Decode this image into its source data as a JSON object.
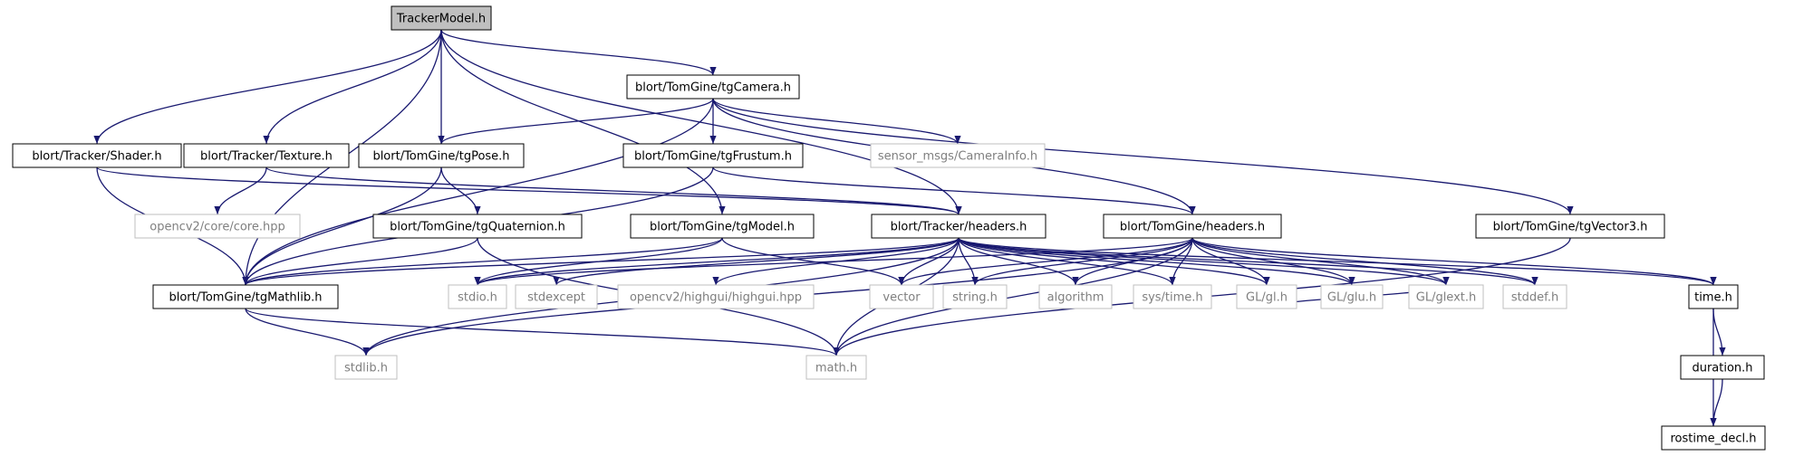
{
  "diagram": {
    "type": "include-dependency-graph",
    "colors": {
      "edge": "#191970",
      "project_border": "#000000",
      "external_border": "#bfbfbf",
      "external_text": "#7f7f7f",
      "root_fill": "#bfbfbf"
    },
    "nodes": [
      {
        "id": "root",
        "label": "TrackerModel.h",
        "kind": "root"
      },
      {
        "id": "camera",
        "label": "blort/TomGine/tgCamera.h",
        "kind": "project"
      },
      {
        "id": "shader",
        "label": "blort/Tracker/Shader.h",
        "kind": "project"
      },
      {
        "id": "texture",
        "label": "blort/Tracker/Texture.h",
        "kind": "project"
      },
      {
        "id": "pose",
        "label": "blort/TomGine/tgPose.h",
        "kind": "project"
      },
      {
        "id": "frustum",
        "label": "blort/TomGine/tgFrustum.h",
        "kind": "project"
      },
      {
        "id": "camerainfo",
        "label": "sensor_msgs/CameraInfo.h",
        "kind": "external"
      },
      {
        "id": "opencvcore",
        "label": "opencv2/core/core.hpp",
        "kind": "external"
      },
      {
        "id": "quaternion",
        "label": "blort/TomGine/tgQuaternion.h",
        "kind": "project"
      },
      {
        "id": "model",
        "label": "blort/TomGine/tgModel.h",
        "kind": "project"
      },
      {
        "id": "trackerheaders",
        "label": "blort/Tracker/headers.h",
        "kind": "project"
      },
      {
        "id": "tgheaders",
        "label": "blort/TomGine/headers.h",
        "kind": "project"
      },
      {
        "id": "vector3",
        "label": "blort/TomGine/tgVector3.h",
        "kind": "project"
      },
      {
        "id": "mathlib",
        "label": "blort/TomGine/tgMathlib.h",
        "kind": "project"
      },
      {
        "id": "stdio",
        "label": "stdio.h",
        "kind": "external"
      },
      {
        "id": "stdexcept",
        "label": "stdexcept",
        "kind": "external"
      },
      {
        "id": "highgui",
        "label": "opencv2/highgui/highgui.hpp",
        "kind": "external"
      },
      {
        "id": "vector",
        "label": "vector",
        "kind": "external"
      },
      {
        "id": "string",
        "label": "string.h",
        "kind": "external"
      },
      {
        "id": "algorithm",
        "label": "algorithm",
        "kind": "external"
      },
      {
        "id": "systime",
        "label": "sys/time.h",
        "kind": "external"
      },
      {
        "id": "gl",
        "label": "GL/gl.h",
        "kind": "external"
      },
      {
        "id": "glu",
        "label": "GL/glu.h",
        "kind": "external"
      },
      {
        "id": "glext",
        "label": "GL/glext.h",
        "kind": "external"
      },
      {
        "id": "stddef",
        "label": "stddef.h",
        "kind": "external"
      },
      {
        "id": "time",
        "label": "time.h",
        "kind": "project"
      },
      {
        "id": "stdlib",
        "label": "stdlib.h",
        "kind": "external"
      },
      {
        "id": "math",
        "label": "math.h",
        "kind": "external"
      },
      {
        "id": "duration",
        "label": "duration.h",
        "kind": "project"
      },
      {
        "id": "rostime",
        "label": "rostime_decl.h",
        "kind": "project"
      }
    ],
    "edges": [
      [
        "root",
        "camera"
      ],
      [
        "root",
        "shader"
      ],
      [
        "root",
        "texture"
      ],
      [
        "root",
        "pose"
      ],
      [
        "root",
        "model"
      ],
      [
        "root",
        "trackerheaders"
      ],
      [
        "root",
        "mathlib"
      ],
      [
        "camera",
        "pose"
      ],
      [
        "camera",
        "frustum"
      ],
      [
        "camera",
        "camerainfo"
      ],
      [
        "camera",
        "tgheaders"
      ],
      [
        "camera",
        "vector3"
      ],
      [
        "camera",
        "mathlib"
      ],
      [
        "shader",
        "trackerheaders"
      ],
      [
        "shader",
        "mathlib"
      ],
      [
        "texture",
        "opencvcore"
      ],
      [
        "texture",
        "trackerheaders"
      ],
      [
        "pose",
        "quaternion"
      ],
      [
        "pose",
        "mathlib"
      ],
      [
        "frustum",
        "tgheaders"
      ],
      [
        "frustum",
        "mathlib"
      ],
      [
        "quaternion",
        "mathlib"
      ],
      [
        "quaternion",
        "math"
      ],
      [
        "model",
        "stdio"
      ],
      [
        "model",
        "vector"
      ],
      [
        "model",
        "mathlib"
      ],
      [
        "trackerheaders",
        "mathlib"
      ],
      [
        "trackerheaders",
        "stdio"
      ],
      [
        "trackerheaders",
        "stdexcept"
      ],
      [
        "trackerheaders",
        "highgui"
      ],
      [
        "trackerheaders",
        "vector"
      ],
      [
        "trackerheaders",
        "string"
      ],
      [
        "trackerheaders",
        "algorithm"
      ],
      [
        "trackerheaders",
        "systime"
      ],
      [
        "trackerheaders",
        "gl"
      ],
      [
        "trackerheaders",
        "glu"
      ],
      [
        "trackerheaders",
        "glext"
      ],
      [
        "trackerheaders",
        "stddef"
      ],
      [
        "trackerheaders",
        "time"
      ],
      [
        "trackerheaders",
        "math"
      ],
      [
        "trackerheaders",
        "stdlib"
      ],
      [
        "tgheaders",
        "stdio"
      ],
      [
        "tgheaders",
        "vector"
      ],
      [
        "tgheaders",
        "string"
      ],
      [
        "tgheaders",
        "algorithm"
      ],
      [
        "tgheaders",
        "systime"
      ],
      [
        "tgheaders",
        "gl"
      ],
      [
        "tgheaders",
        "glu"
      ],
      [
        "tgheaders",
        "glext"
      ],
      [
        "tgheaders",
        "stddef"
      ],
      [
        "tgheaders",
        "time"
      ],
      [
        "tgheaders",
        "math"
      ],
      [
        "tgheaders",
        "stdlib"
      ],
      [
        "vector3",
        "math"
      ],
      [
        "mathlib",
        "stdlib"
      ],
      [
        "mathlib",
        "math"
      ],
      [
        "gl",
        "glext"
      ],
      [
        "time",
        "duration"
      ],
      [
        "time",
        "rostime"
      ],
      [
        "duration",
        "rostime"
      ]
    ]
  }
}
